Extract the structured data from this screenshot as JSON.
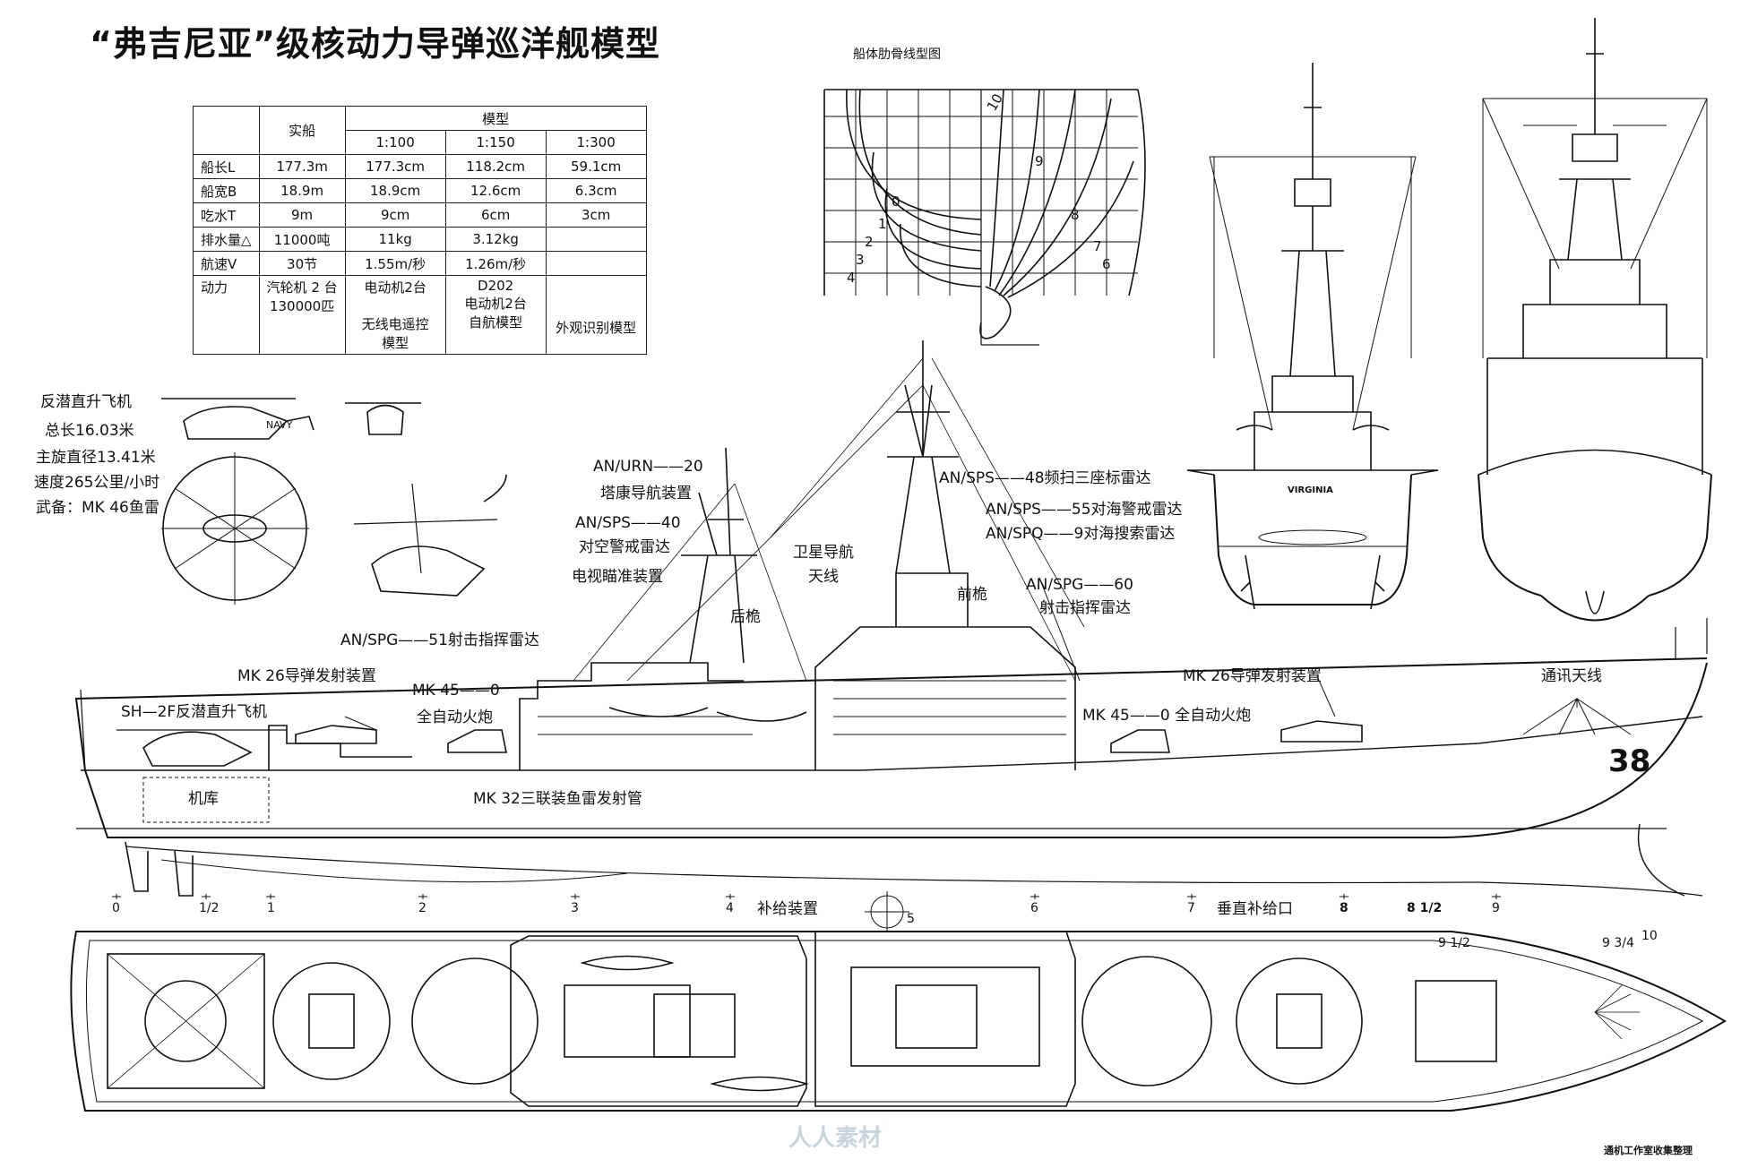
{
  "title": "“弗吉尼亚”级核动力导弹巡洋舰模型",
  "lines_plan_title": "船体肋骨线型图",
  "spec_table": {
    "header_real": "实船",
    "header_model": "模型",
    "scales": [
      "1:100",
      "1:150",
      "1:300"
    ],
    "rows": [
      {
        "label": "船长L",
        "real": "177.3m",
        "s100": "177.3cm",
        "s150": "118.2cm",
        "s300": "59.1cm"
      },
      {
        "label": "船宽B",
        "real": "18.9m",
        "s100": "18.9cm",
        "s150": "12.6cm",
        "s300": "6.3cm"
      },
      {
        "label": "吃水T",
        "real": "9m",
        "s100": "9cm",
        "s150": "6cm",
        "s300": "3cm"
      },
      {
        "label": "排水量△",
        "real": "11000吨",
        "s100": "11kg",
        "s150": "3.12kg",
        "s300": ""
      },
      {
        "label": "航速V",
        "real": "30节",
        "s100": "1.55m/秒",
        "s150": "1.26m/秒",
        "s300": ""
      }
    ],
    "power_label": "动力",
    "power_real_1": "汽轮机 2 台",
    "power_real_2": "130000匹",
    "power_s100": "电动机2台",
    "power_s150_1": "D202",
    "power_s150_2": "电动机2台",
    "type_s100_1": "无线电遥控",
    "type_s100_2": "模型",
    "type_s150": "自航模型",
    "type_s300": "外观识别模型"
  },
  "helicopter": {
    "name": "反潜直升飞机",
    "length": "总长16.03米",
    "rotor": "主旋直径13.41米",
    "speed": "速度265公里/小时",
    "weapon": "武备：MK 46鱼雷"
  },
  "annotations": {
    "urn20_a": "AN/URN——20",
    "urn20_b": "塔康导航装置",
    "sps40_a": "AN/SPS——40",
    "sps40_b": "对空警戒雷达",
    "tv_sight": "电视瞄准装置",
    "aft_mast": "后桅",
    "sat_nav_a": "卫星导航",
    "sat_nav_b": "天线",
    "sps48": "AN/SPS——48频扫三座标雷达",
    "sps55": "AN/SPS——55对海警戒雷达",
    "spq9": "AN/SPQ——9对海搜索雷达",
    "fore_mast": "前桅",
    "spg60_a": "AN/SPG——60",
    "spg60_b": "射击指挥雷达",
    "spg51": "AN/SPG——51射击指挥雷达",
    "mk26_aft": "MK 26导弹发射装置",
    "sh2f": "SH—2F反潜直升飞机",
    "mk45_aft_a": "MK 45——0",
    "mk45_aft_b": "全自动火炮",
    "mk26_fwd": "MK 26导弹发射装置",
    "comm_antenna": "通讯天线",
    "mk45_fwd": "MK 45——0 全自动火炮",
    "hangar": "机库",
    "mk32": "MK 32三联装鱼雷发射管",
    "hull_number": "38",
    "replenish": "补给装置",
    "vert_replenish": "垂直补给口",
    "stern_name": "VIRGINIA",
    "heli_navy": "NAVY"
  },
  "stations": [
    "0",
    "1/2",
    "1",
    "2",
    "3",
    "4",
    "5",
    "6",
    "7",
    "8",
    "8 1/2",
    "9",
    "9 1/2",
    "9 3/4",
    "10"
  ],
  "watermark": "人人素材",
  "credit": "通机工作室收集整理"
}
